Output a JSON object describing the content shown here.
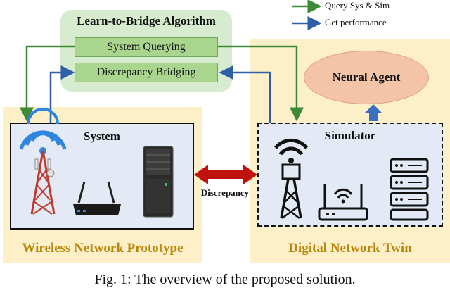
{
  "legend": {
    "green_label": "Query Sys & Sim",
    "blue_label": "Get performance"
  },
  "algorithm": {
    "title": "Learn-to-Bridge Algorithm",
    "step1": "System Querying",
    "step2": "Discrepancy Bridging"
  },
  "system": {
    "title": "System",
    "region_label": "Wireless Network Prototype"
  },
  "twin": {
    "simulator_title": "Simulator",
    "agent_label": "Neural Agent",
    "region_label": "Digital Network Twin"
  },
  "discrepancy_label": "Discrepancy",
  "caption": "Fig. 1: The overview of the proposed solution.",
  "colors": {
    "green_arrow": "#3d8b37",
    "blue_arrow": "#2f5fa7",
    "red_arrow": "#c0120c",
    "region_bg": "#fdf0c8",
    "region_label": "#b8860b"
  },
  "icons": [
    "cell-tower-icon",
    "router-icon",
    "server-icon",
    "wifi-tower-icon",
    "wifi-router-icon",
    "server-rack-icon"
  ]
}
